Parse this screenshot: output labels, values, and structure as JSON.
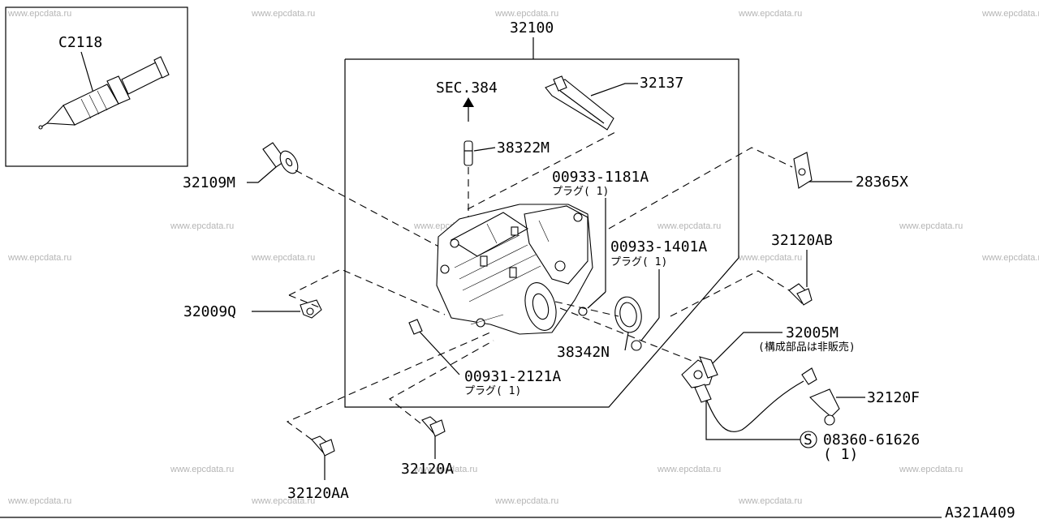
{
  "watermark": "www.epcdata.ru",
  "labels": {
    "c2118": "C2118",
    "p32100": "32100",
    "sec384": "SEC.384",
    "p32137": "32137",
    "p38322m": "38322M",
    "p32109m": "32109M",
    "p28365x": "28365X",
    "p00933_1181a": "00933-1181A",
    "plug1_a": "プラグ( 1)",
    "p00933_1401a": "00933-1401A",
    "plug1_b": "プラグ( 1)",
    "p32120ab": "32120AB",
    "p32009q": "32009Q",
    "p38342n": "38342N",
    "p32005m": "32005M",
    "note_32005m": "(構成部品は非販売)",
    "p00931_2121a": "00931-2121A",
    "plug1_c": "プラグ( 1)",
    "p32120f": "32120F",
    "s_symbol": "S",
    "p08360_61626": "08360-61626",
    "qty_08360": "( 1)",
    "p32120a": "32120A",
    "p32120aa": "32120AA",
    "diagram_code": "A321A409"
  }
}
